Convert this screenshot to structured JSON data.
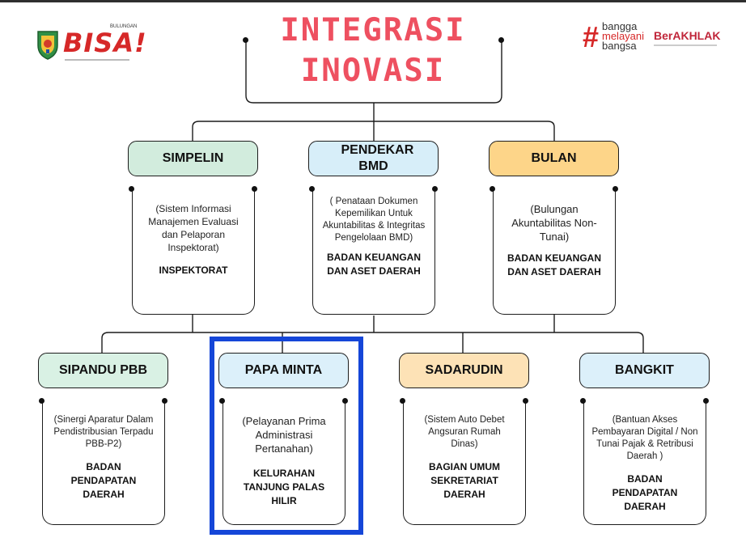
{
  "title": {
    "line1": "INTEGRASI",
    "line2": "INOVASI"
  },
  "logos": {
    "left": {
      "name": "BISA!",
      "tagline": "BULUNGAN"
    },
    "right": {
      "bangga": "bangga",
      "melayani": "melayani",
      "bangsa": "bangsa",
      "berakhlak": "BerAKHLAK"
    }
  },
  "colors": {
    "title": "#ee5060",
    "highlight": "#1546d8",
    "green": "#d2ecdd",
    "blue": "#d7eef9",
    "orange": "#fdd589",
    "peach": "#fde2b6",
    "mint": "#d9f1e4",
    "skyblue": "#dcf0fa"
  },
  "top_row": [
    {
      "name": "SIMPELIN",
      "desc": "(Sistem Informasi Manajemen Evaluasi dan Pelaporan Inspektorat)",
      "org": "INSPEKTORAT"
    },
    {
      "name": "PENDEKAR BMD",
      "desc": "( Penataan Dokumen Kepemilikan Untuk Akuntabilitas & Integritas Pengelolaan BMD)",
      "org": "BADAN KEUANGAN DAN ASET DAERAH"
    },
    {
      "name": "BULAN",
      "desc": "(Bulungan Akuntabilitas Non-Tunai)",
      "org": "BADAN KEUANGAN DAN ASET DAERAH"
    }
  ],
  "bottom_row": [
    {
      "name": "SIPANDU PBB",
      "desc": "(Sinergi Aparatur Dalam Pendistribusian Terpadu PBB-P2)",
      "org": "BADAN PENDAPATAN DAERAH"
    },
    {
      "name": "PAPA MINTA",
      "desc": "(Pelayanan Prima Administrasi Pertanahan)",
      "org": "KELURAHAN TANJUNG PALAS HILIR"
    },
    {
      "name": "SADARUDIN",
      "desc": "(Sistem Auto Debet Angsuran Rumah Dinas)",
      "org": "BAGIAN UMUM SEKRETARIAT DAERAH"
    },
    {
      "name": "BANGKIT",
      "desc": "(Bantuan Akses Pembayaran Digital / Non Tunai Pajak & Retribusi Daerah )",
      "org": "BADAN PENDAPATAN DAERAH"
    }
  ]
}
